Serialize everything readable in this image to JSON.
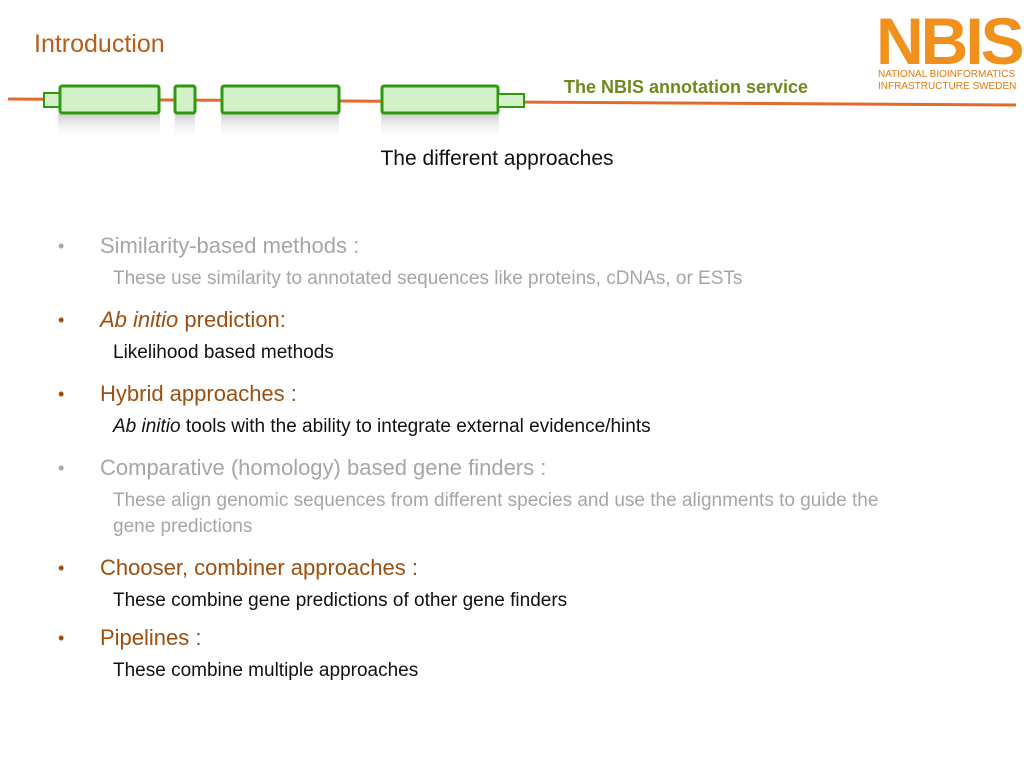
{
  "header": {
    "section_title": "Introduction",
    "subtitle": "The NBIS annotation service"
  },
  "logo": {
    "letters": "NBIS",
    "line1": "NATIONAL BIOINFORMATICS",
    "line2": "INFRASTRUCTURE SWEDEN"
  },
  "slide": {
    "heading": "The different approaches",
    "items": [
      {
        "label": "Similarity-based methods :",
        "desc": "These use similarity to annotated sequences like proteins, cDNAs, or ESTs"
      },
      {
        "label_em": "Ab initio",
        "label": " prediction:",
        "desc": "Likelihood based methods"
      },
      {
        "label": "Hybrid approaches :",
        "desc_em": "Ab initio",
        "desc": " tools with the ability to integrate external evidence/hints"
      },
      {
        "label": "Comparative (homology) based gene finders :",
        "desc": "These align genomic sequences from different species and use the alignments to guide the gene predictions"
      },
      {
        "label": "Chooser, combiner approaches :",
        "desc": "These combine gene predictions of other gene finders"
      },
      {
        "label": "Pipelines :",
        "desc": "These combine multiple approaches"
      }
    ]
  },
  "colors": {
    "accent_orange": "#b85c1a",
    "subtitle_green": "#6e8a1e",
    "exon_fill": "#d4f0c8",
    "exon_stroke": "#2e9a12",
    "line_color": "#e26a2c"
  }
}
